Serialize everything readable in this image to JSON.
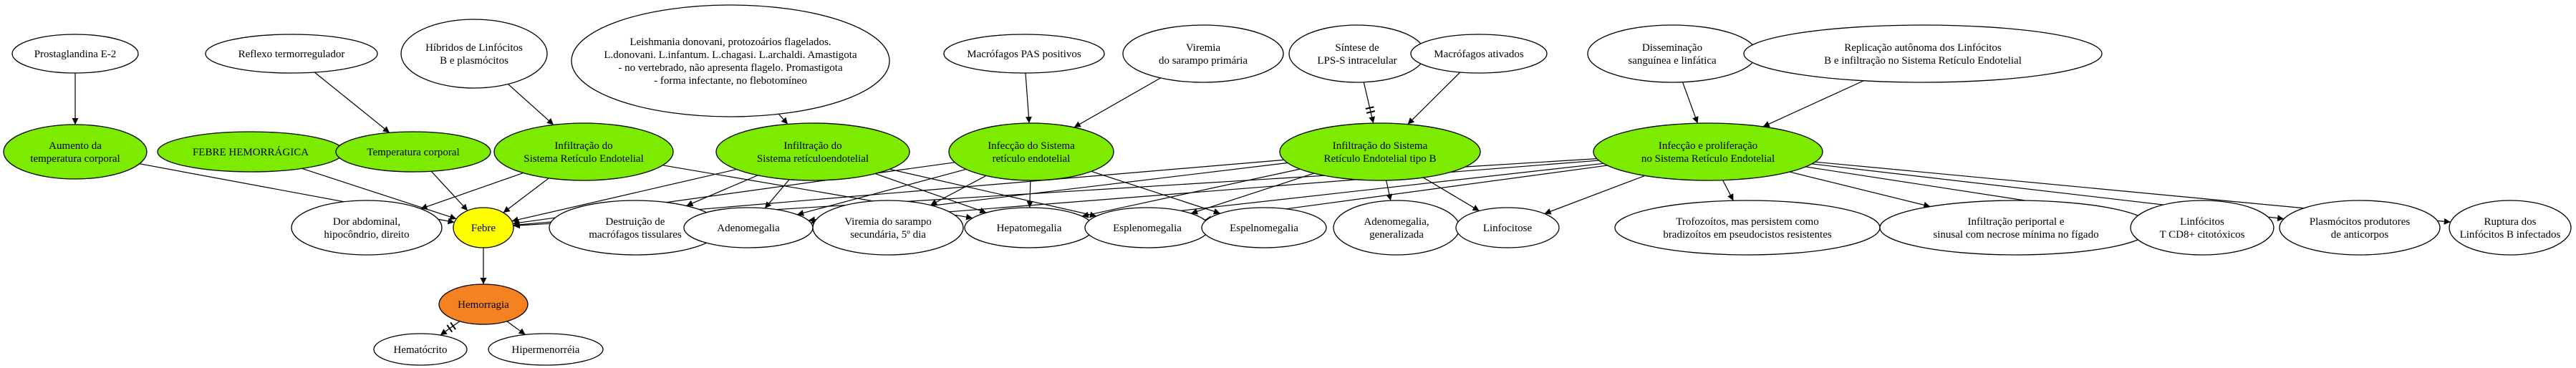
{
  "colors": {
    "green": "#7CEB00",
    "yellow": "#FFFF00",
    "orange": "#F58220",
    "white": "#FFFFFF",
    "stroke": "#000000"
  },
  "nodes": {
    "prostaglandina": {
      "lines": [
        "Prostaglandina E-2"
      ],
      "color": "white"
    },
    "reflexo": {
      "lines": [
        "Reflexo termorregulador"
      ],
      "color": "white"
    },
    "hibridos": {
      "lines": [
        "Híbridos de Linfócitos",
        "B e plasmócitos"
      ],
      "color": "white"
    },
    "leishmania": {
      "lines": [
        "Leishmania donovani, protozoários flagelados.",
        "L.donovani. L.infantum. L.chagasi. L.archaldi. Amastigota",
        "- no vertebrado, não apresenta flagelo. Promastigota",
        "- forma infectante, no flebotomíneo"
      ],
      "color": "white"
    },
    "macrofagos_pas": {
      "lines": [
        "Macrófagos PAS positivos"
      ],
      "color": "white"
    },
    "viremia_primaria": {
      "lines": [
        "Viremia",
        "do sarampo primária"
      ],
      "color": "white"
    },
    "sintese_lps": {
      "lines": [
        "Síntese de",
        "LPS-S intracelular"
      ],
      "color": "white"
    },
    "macrofagos_ativados": {
      "lines": [
        "Macrófagos ativados"
      ],
      "color": "white"
    },
    "disseminacao": {
      "lines": [
        "Disseminação",
        "sanguínea e linfática"
      ],
      "color": "white"
    },
    "replicacao": {
      "lines": [
        "Replicação autônoma dos Linfócitos",
        "B e infiltração no Sistema Retículo Endotelial"
      ],
      "color": "white"
    },
    "aumento_temp": {
      "lines": [
        "Aumento da",
        "temperatura corporal"
      ],
      "color": "green"
    },
    "febre_hemorragica": {
      "lines": [
        "FEBRE HEMORRÁGICA"
      ],
      "color": "green"
    },
    "temperatura_corporal": {
      "lines": [
        "Temperatura corporal"
      ],
      "color": "green"
    },
    "infiltracao_sre": {
      "lines": [
        "Infiltração do",
        "Sistema Retículo Endotelial"
      ],
      "color": "green"
    },
    "infiltracao_reticulo": {
      "lines": [
        "Infiltração do",
        "Sistema retículoendotelial"
      ],
      "color": "green"
    },
    "infeccao_reticulo": {
      "lines": [
        "Infecção do Sistema",
        "retículo endotelial"
      ],
      "color": "green"
    },
    "infiltracao_tipo_b": {
      "lines": [
        "Infiltração do Sistema",
        "Retículo Endotelial tipo B"
      ],
      "color": "green"
    },
    "infeccao_proliferacao": {
      "lines": [
        "Infecção e proliferação",
        "no Sistema Retículo Endotelial"
      ],
      "color": "green"
    },
    "dor_abdominal": {
      "lines": [
        "Dor abdominal,",
        "hipocôndrio, direito"
      ],
      "color": "white"
    },
    "febre": {
      "lines": [
        "Febre"
      ],
      "color": "yellow"
    },
    "destruicao": {
      "lines": [
        "Destruição de",
        "macrófagos tissulares"
      ],
      "color": "white"
    },
    "adenomegalia": {
      "lines": [
        "Adenomegalia"
      ],
      "color": "white"
    },
    "viremia_secundaria": {
      "lines": [
        "Viremia do sarampo",
        "secundária, 5º dia"
      ],
      "color": "white"
    },
    "hepatomegalia": {
      "lines": [
        "Hepatomegalia"
      ],
      "color": "white"
    },
    "esplenomegalia": {
      "lines": [
        "Esplenomegalia"
      ],
      "color": "white"
    },
    "espelnomegalia": {
      "lines": [
        "Espelnomegalia"
      ],
      "color": "white"
    },
    "adenomegalia_gen": {
      "lines": [
        "Adenomegalia,",
        "generalizada"
      ],
      "color": "white"
    },
    "linfocitose": {
      "lines": [
        "Linfocitose"
      ],
      "color": "white"
    },
    "trofozoitos": {
      "lines": [
        "Trofozoítos, mas persistem como",
        "bradizoítos em pseudocistos resistentes"
      ],
      "color": "white"
    },
    "infiltracao_periportal": {
      "lines": [
        "Infiltração periportal e",
        "sinusal com necrose mínima no fígado"
      ],
      "color": "white"
    },
    "linfocitos_t": {
      "lines": [
        "Linfócitos",
        "T CD8+ citotóxicos"
      ],
      "color": "white"
    },
    "plasmocitos": {
      "lines": [
        "Plasmócitos produtores",
        "de anticorpos"
      ],
      "color": "white"
    },
    "ruptura": {
      "lines": [
        "Ruptura dos",
        "Linfócitos B infectados"
      ],
      "color": "white"
    },
    "hemorragia": {
      "lines": [
        "Hemorragia"
      ],
      "color": "orange"
    },
    "hematocrito": {
      "lines": [
        "Hematócrito"
      ],
      "color": "white"
    },
    "hipermenorreia": {
      "lines": [
        "Hipermenorréia"
      ],
      "color": "white"
    }
  },
  "edges": [
    {
      "from": "prostaglandina",
      "to": "aumento_temp"
    },
    {
      "from": "reflexo",
      "to": "temperatura_corporal"
    },
    {
      "from": "hibridos",
      "to": "infiltracao_sre"
    },
    {
      "from": "leishmania",
      "to": "infiltracao_reticulo"
    },
    {
      "from": "macrofagos_pas",
      "to": "infeccao_reticulo"
    },
    {
      "from": "viremia_primaria",
      "to": "infeccao_reticulo"
    },
    {
      "from": "sintese_lps",
      "to": "infiltracao_tipo_b",
      "tee": true
    },
    {
      "from": "macrofagos_ativados",
      "to": "infiltracao_tipo_b"
    },
    {
      "from": "disseminacao",
      "to": "infeccao_proliferacao"
    },
    {
      "from": "replicacao",
      "to": "infeccao_proliferacao"
    },
    {
      "from": "aumento_temp",
      "to": "febre"
    },
    {
      "from": "febre_hemorragica",
      "to": "febre"
    },
    {
      "from": "temperatura_corporal",
      "to": "febre"
    },
    {
      "from": "infiltracao_sre",
      "to": "febre"
    },
    {
      "from": "infiltracao_sre",
      "to": "dor_abdominal"
    },
    {
      "from": "infiltracao_sre",
      "to": "hepatomegalia"
    },
    {
      "from": "infiltracao_reticulo",
      "to": "febre"
    },
    {
      "from": "infiltracao_reticulo",
      "to": "destruicao"
    },
    {
      "from": "infiltracao_reticulo",
      "to": "adenomegalia"
    },
    {
      "from": "infiltracao_reticulo",
      "to": "hepatomegalia"
    },
    {
      "from": "infiltracao_reticulo",
      "to": "esplenomegalia"
    },
    {
      "from": "infeccao_reticulo",
      "to": "febre"
    },
    {
      "from": "infeccao_reticulo",
      "to": "adenomegalia"
    },
    {
      "from": "infeccao_reticulo",
      "to": "viremia_secundaria"
    },
    {
      "from": "infeccao_reticulo",
      "to": "hepatomegalia"
    },
    {
      "from": "infeccao_reticulo",
      "to": "espelnomegalia"
    },
    {
      "from": "infiltracao_tipo_b",
      "to": "febre"
    },
    {
      "from": "infiltracao_tipo_b",
      "to": "adenomegalia"
    },
    {
      "from": "infiltracao_tipo_b",
      "to": "hepatomegalia"
    },
    {
      "from": "infiltracao_tipo_b",
      "to": "esplenomegalia"
    },
    {
      "from": "infiltracao_tipo_b",
      "to": "adenomegalia_gen"
    },
    {
      "from": "infiltracao_tipo_b",
      "to": "linfocitose"
    },
    {
      "from": "infeccao_proliferacao",
      "to": "febre"
    },
    {
      "from": "infeccao_proliferacao",
      "to": "adenomegalia"
    },
    {
      "from": "infeccao_proliferacao",
      "to": "hepatomegalia"
    },
    {
      "from": "infeccao_proliferacao",
      "to": "esplenomegalia"
    },
    {
      "from": "infeccao_proliferacao",
      "to": "linfocitose"
    },
    {
      "from": "infeccao_proliferacao",
      "to": "trofozoitos"
    },
    {
      "from": "infeccao_proliferacao",
      "to": "infiltracao_periportal"
    },
    {
      "from": "infeccao_proliferacao",
      "to": "linfocitos_t"
    },
    {
      "from": "infeccao_proliferacao",
      "to": "plasmocitos"
    },
    {
      "from": "infeccao_proliferacao",
      "to": "ruptura"
    },
    {
      "from": "febre",
      "to": "hemorragia"
    },
    {
      "from": "hemorragia",
      "to": "hematocrito",
      "tee": true
    },
    {
      "from": "hemorragia",
      "to": "hipermenorreia"
    }
  ]
}
